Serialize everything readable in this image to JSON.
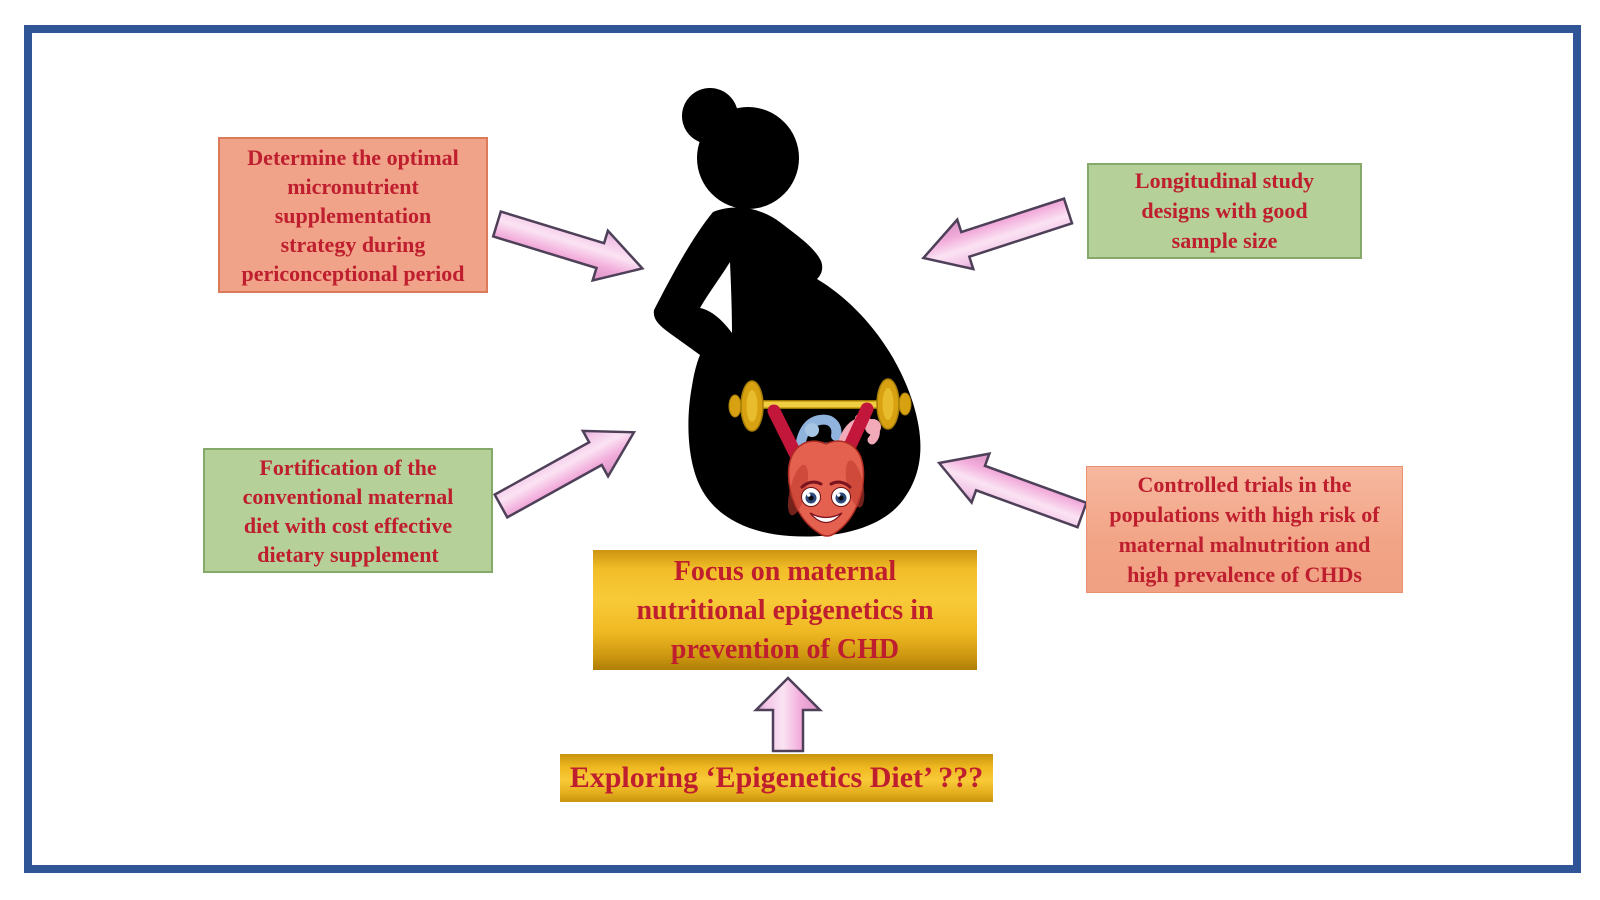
{
  "boxes": {
    "top_left": {
      "lines": [
        "Determine the optimal",
        "micronutrient",
        "supplementation",
        "strategy during",
        "periconceptional period"
      ],
      "fill": "#F1A38A",
      "border": "#DB7B59"
    },
    "top_right": {
      "lines": [
        "Longitudinal study",
        "designs with good",
        "sample size"
      ],
      "fill": "#B5D099",
      "border": "#84A968"
    },
    "mid_left": {
      "lines": [
        "Fortification of the",
        "conventional maternal",
        "diet with cost effective",
        "dietary supplement"
      ],
      "fill": "#B5D099",
      "border": "#84A968"
    },
    "mid_right": {
      "lines": [
        "Controlled trials in the",
        "populations with high risk of",
        "maternal malnutrition and",
        "high prevalence of CHDs"
      ],
      "fill": "#F4AE93",
      "border": "#E89270"
    },
    "focus": {
      "lines": [
        "Focus on maternal",
        "nutritional epigenetics in",
        "prevention of CHD"
      ],
      "fill_gradient": [
        "#F8CA38",
        "#AE7E08"
      ]
    },
    "exploring": {
      "lines": [
        "Exploring ‘Epigenetics Diet’ ???"
      ],
      "fill_gradient": [
        "#F8CA38",
        "#C8940E"
      ]
    }
  },
  "icons": {
    "center_figure": "pregnant-woman-silhouette-icon",
    "belly_figure": "heart-character-lifting-barbell-icon",
    "arrows": [
      "arrow-top-left",
      "arrow-top-right",
      "arrow-mid-left",
      "arrow-mid-right",
      "arrow-up"
    ]
  },
  "colors": {
    "text": "#BE1E2D",
    "frame_border": "#2F5597",
    "background": "#FFFFFF",
    "salmon_fill": "#F1A38A",
    "salmon_border": "#DB7B59",
    "green_fill": "#B5D099",
    "green_border": "#84A968",
    "gold_light": "#F8CA38",
    "gold_dark": "#AE7E08",
    "arrow_pink": "#F2ACDB",
    "arrow_outline": "#4E4058",
    "silhouette": "#000000",
    "heart_body": "#E5614F",
    "heart_arms": "#C2163A",
    "barbell_gold": "#D7A111",
    "vessel_blue": "#8FB3DC",
    "vessel_pink": "#F2A9B8"
  }
}
